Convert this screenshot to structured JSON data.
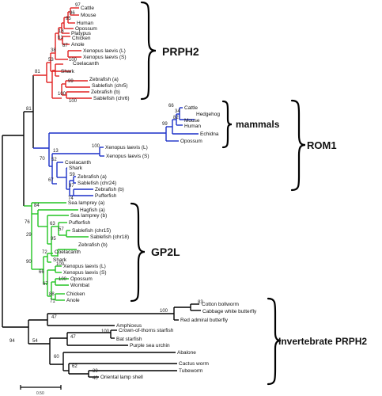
{
  "tree": {
    "groups": {
      "prph2": "PRPH2",
      "mammals": "mammals",
      "rom1": "ROM1",
      "gp2l": "GP2L",
      "invert": "Invertebrate PRPH2"
    },
    "scale_label": "0.50",
    "colors": {
      "prph2": "#e02020",
      "rom1": "#1a2fc8",
      "gp2l": "#22c422",
      "invert": "#000000",
      "root": "#000000"
    },
    "leaves": {
      "prph2": [
        "Cattle",
        "Mouse",
        "Human",
        "Opossum",
        "Platypus",
        "Chicken",
        "Anole",
        "Xenopus laevis (L)",
        "Xenopus laevis (S)",
        "Coelacanth",
        "Shark",
        "Zebrafish (a)",
        "Sablefish (chr5)",
        "Zebrafish (b)",
        "Sablefish (chr6)"
      ],
      "rom1": [
        "Cattle",
        "Hedgehog",
        "Mouse",
        "Human",
        "Echidna",
        "Opossum",
        "Xenopus laevis (L)",
        "Xenopus laevis (S)",
        "Coelacanth",
        "Shark",
        "Zebrafish (a)",
        "Sablefish (chr24)",
        "Zebrafish (b)",
        "Pufferfish"
      ],
      "gp2l": [
        "Sea lamprey (a)",
        "Hagfish (a)",
        "Sea lamprey (b)",
        "Pufferfish",
        "Sablefish (chr15)",
        "Sablefish (chr18)",
        "Zebrafish (b)",
        "Coelacanth",
        "Shark",
        "Xenopus laevis (L)",
        "Xenopus laevis (S)",
        "Opossum",
        "Wombat",
        "Chicken",
        "Anole"
      ],
      "invert": [
        "Cotton bollworm",
        "Cabbage white butterfly",
        "Red admiral butterfly",
        "Amphioxus",
        "Crown-of-thorns starfish",
        "Bat starfish",
        "Purple sea urchin",
        "Abalone",
        "Cactus worm",
        "Tubeworm",
        "Oriental lamp shell"
      ]
    },
    "bootstrap": {
      "prph2": [
        "97",
        "96",
        "95",
        "18",
        "61",
        "87",
        "38",
        "53",
        "100",
        "99",
        "100",
        "100"
      ],
      "rom1": [
        "66",
        "34",
        "82",
        "99",
        "100",
        "13",
        "52",
        "70",
        "59",
        "67",
        "97",
        "74"
      ],
      "gp2l": [
        "84",
        "76",
        "29",
        "63",
        "57",
        "95",
        "72",
        "90",
        "100",
        "66",
        "100",
        "67",
        "88",
        "71"
      ],
      "invert": [
        "83",
        "100",
        "47",
        "100",
        "47",
        "54",
        "60",
        "62",
        "39",
        "40"
      ],
      "root": [
        "81",
        "81",
        "94"
      ]
    }
  }
}
